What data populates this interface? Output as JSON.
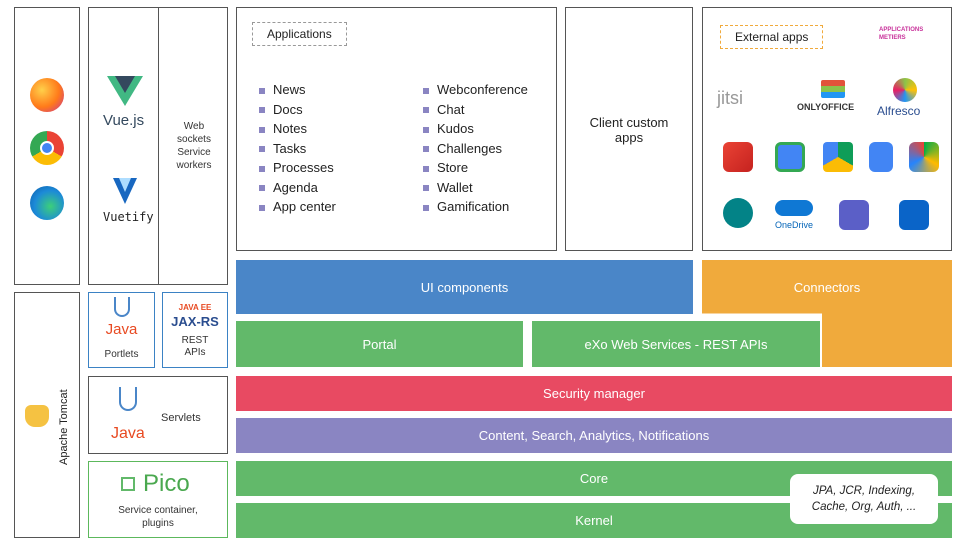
{
  "browsers": [
    {
      "name": "firefox-icon"
    },
    {
      "name": "chrome-icon"
    },
    {
      "name": "edge-icon"
    }
  ],
  "frontend": {
    "vue_label": "Vue.js",
    "vuetify_label": "Vuetify",
    "web_workers": "Web\nsockets\nService\nworkers"
  },
  "applications": {
    "tag": "Applications",
    "col1": [
      "News",
      "Docs",
      "Notes",
      "Tasks",
      "Processes",
      "Agenda",
      "App center"
    ],
    "col2": [
      "Webconference",
      "Chat",
      "Kudos",
      "Challenges",
      "Store",
      "Wallet",
      "Gamification"
    ]
  },
  "client_custom": "Client custom\napps",
  "external": {
    "tag": "External apps",
    "apps_metiers": "APPLICATIONS\nMETIERS",
    "row1": [
      "jitsi",
      "ONLYOFFICE",
      "Alfresco"
    ],
    "onedrive": "OneDrive"
  },
  "layers": {
    "ui_components": "UI components",
    "connectors": "Connectors",
    "portal": "Portal",
    "rest": "eXo Web Services - REST APIs",
    "security": "Security manager",
    "content": "Content, Search, Analytics, Notifications",
    "core": "Core",
    "kernel": "Kernel",
    "core_note": "JPA, JCR, Indexing,\nCache, Org, Auth, ..."
  },
  "server": {
    "tomcat": "Apache Tomcat",
    "java": "Java",
    "portlets": "Portlets",
    "javaee": "JAVA EE",
    "jaxrs": "JAX-RS",
    "rest_apis": "REST\nAPIs",
    "servlets": "Servlets",
    "pico": "Pico",
    "pico_sub": "Service container,\nplugins"
  },
  "colors": {
    "blue": "#4a86c8",
    "orange": "#f0aa3c",
    "green": "#62b96a",
    "red": "#e84a62",
    "purple": "#8a85c2"
  }
}
